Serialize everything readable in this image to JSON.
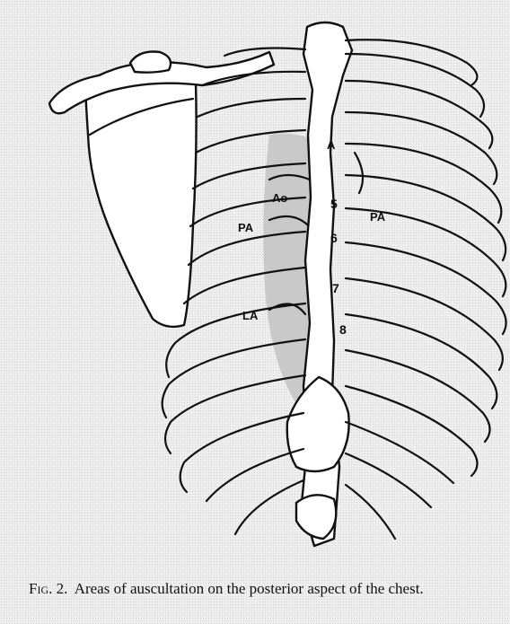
{
  "labels": {
    "aortic": "A",
    "aorta": "Ao",
    "pulmonary_left": "PA",
    "pulmonary_right": "PA",
    "left_atrial": "LA",
    "vertebra_5": "5",
    "vertebra_6": "6",
    "vertebra_7": "7",
    "vertebra_8": "8"
  },
  "caption": {
    "figure": "Fig. 2.",
    "text": "Areas of auscultation on the posterior aspect of the chest."
  }
}
